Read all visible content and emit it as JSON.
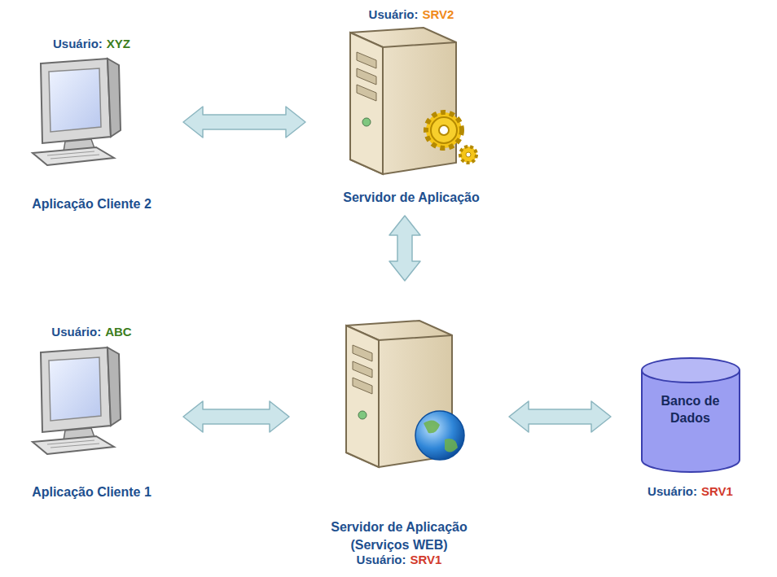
{
  "diagram": {
    "nodes": [
      {
        "text": [
          "Usuário:",
          "XYZ",
          "Aplicação Cliente 2"
        ]
      },
      {
        "text": [
          "Usuário:",
          "SRV2",
          "Servidor de Aplicação"
        ]
      },
      {
        "text": [
          "Usuário:",
          "ABC",
          "Aplicação Cliente 1"
        ]
      },
      {
        "text": [
          "Servidor de Aplicação (Serviços WEB)",
          "Usuário:",
          "SRV1"
        ]
      },
      {
        "text": [
          "Banco de Dados",
          "Usuário:",
          "SRV1"
        ]
      }
    ],
    "edges": [
      {
        "from": 0,
        "to": 1,
        "arrow": "both"
      },
      {
        "from": 1,
        "to": 3,
        "arrow": "both"
      },
      {
        "from": 2,
        "to": 3,
        "arrow": "both"
      },
      {
        "from": 3,
        "to": 4,
        "arrow": "both"
      }
    ]
  }
}
